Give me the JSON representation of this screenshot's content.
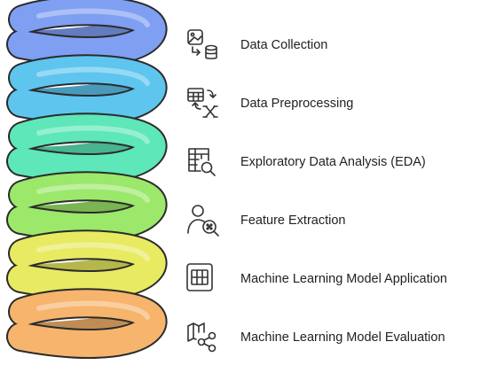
{
  "steps": [
    {
      "label": "Data Collection",
      "icon": "image-to-database-icon",
      "color": "#7f9ff2"
    },
    {
      "label": "Data Preprocessing",
      "icon": "table-transform-icon",
      "color": "#5ec5ee"
    },
    {
      "label": "Exploratory Data Analysis (EDA)",
      "icon": "table-search-icon",
      "color": "#5ee7b8"
    },
    {
      "label": "Feature Extraction",
      "icon": "person-feature-search-icon",
      "color": "#9be86b"
    },
    {
      "label": "Machine Learning Model Application",
      "icon": "grid-window-icon",
      "color": "#e8ea62"
    },
    {
      "label": "Machine Learning Model Evaluation",
      "icon": "map-share-icon",
      "color": "#f6b46d"
    }
  ]
}
